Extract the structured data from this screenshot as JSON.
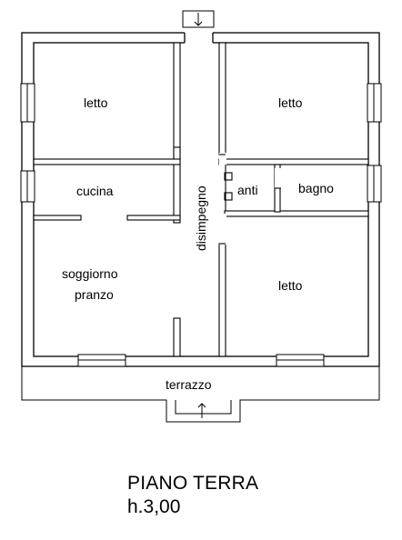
{
  "rooms": {
    "letto_top_left": "letto",
    "letto_top_right": "letto",
    "cucina": "cucina",
    "disimpegno": "disimpegno",
    "anti": "anti",
    "bagno": "bagno",
    "soggiorno_line1": "soggiorno",
    "soggiorno_line2": "pranzo",
    "letto_bottom_right": "letto",
    "terrazzo": "terrazzo"
  },
  "floor": {
    "title": "PIANO TERRA",
    "height": "h.3,00"
  }
}
